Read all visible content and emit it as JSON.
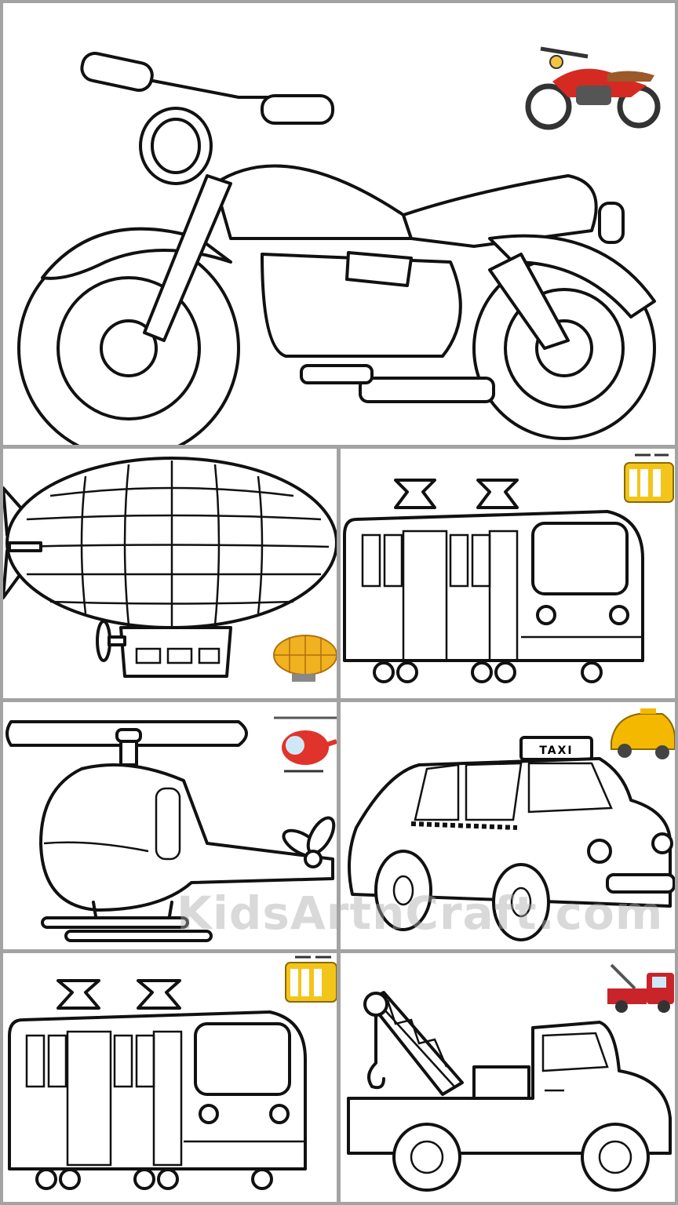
{
  "panels": [
    {
      "name": "motorcycle",
      "thumb_color": "#d42a22"
    },
    {
      "name": "airship",
      "thumb_color": "#f0b21e"
    },
    {
      "name": "tram",
      "thumb_color": "#f3c51a"
    },
    {
      "name": "helicopter",
      "thumb_color": "#e0332b"
    },
    {
      "name": "taxi",
      "thumb_color": "#f5b800",
      "sign": "TAXI"
    },
    {
      "name": "tram-2",
      "thumb_color": "#f3c51a"
    },
    {
      "name": "tow-truck",
      "thumb_color": "#c8242a"
    }
  ],
  "watermark": "KidsArtnCraft.com"
}
